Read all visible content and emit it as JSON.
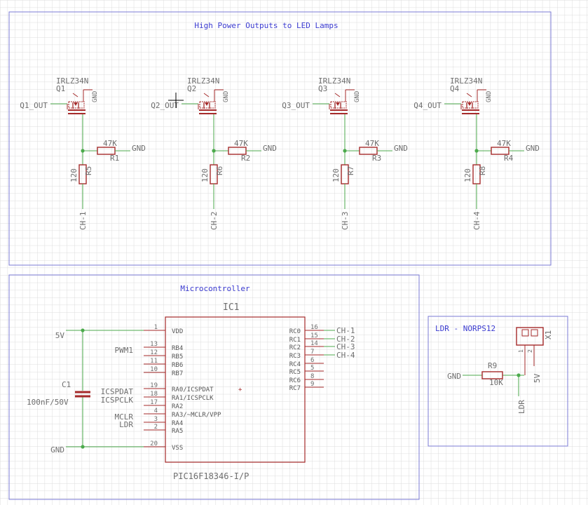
{
  "colors": {
    "background": "#ffffff",
    "grid": "#dcdcdc",
    "frame": "#7b7bd6",
    "frame_text": "#3b3bd0",
    "wire": "#4caa4c",
    "part": "#a52a2a",
    "label": "#6e6e6e"
  },
  "sections": {
    "outputs_title": "High Power Outputs to LED Lamps",
    "micro_title": "Microcontroller",
    "ldr_title": "LDR - NORPS12"
  },
  "channels": [
    {
      "mosfet_value": "IRLZ34N",
      "mosfet_name": "Q1",
      "input": "Q1_OUT",
      "pullup_value": "47K",
      "pullup_name": "R1",
      "series_value": "120",
      "series_name": "R5",
      "gnd": "GND",
      "output": "CH-1"
    },
    {
      "mosfet_value": "IRLZ34N",
      "mosfet_name": "Q2",
      "input": "Q2_OUT",
      "pullup_value": "47K",
      "pullup_name": "R2",
      "series_value": "120",
      "series_name": "R6",
      "gnd": "GND",
      "output": "CH-2"
    },
    {
      "mosfet_value": "IRLZ34N",
      "mosfet_name": "Q3",
      "input": "Q3_OUT",
      "pullup_value": "47K",
      "pullup_name": "R3",
      "series_value": "120",
      "series_name": "R7",
      "gnd": "GND",
      "output": "CH-3"
    },
    {
      "mosfet_value": "IRLZ34N",
      "mosfet_name": "Q4",
      "input": "Q4_OUT",
      "pullup_value": "47K",
      "pullup_name": "R4",
      "series_value": "120",
      "series_name": "R8",
      "gnd": "GND",
      "output": "CH-4"
    }
  ],
  "ic": {
    "name": "IC1",
    "part": "PIC16F18346-I/P",
    "left_pins": [
      {
        "num": "1",
        "name": "VDD"
      },
      {
        "num": "13",
        "name": "RB4"
      },
      {
        "num": "12",
        "name": "RB5"
      },
      {
        "num": "11",
        "name": "RB6"
      },
      {
        "num": "10",
        "name": "RB7"
      },
      {
        "num": "19",
        "name": "RA0/ICSPDAT"
      },
      {
        "num": "18",
        "name": "RA1/ICSPCLK"
      },
      {
        "num": "17",
        "name": "RA2"
      },
      {
        "num": "4",
        "name": "RA3/~MCLR/VPP"
      },
      {
        "num": "3",
        "name": "RA4"
      },
      {
        "num": "2",
        "name": "RA5"
      },
      {
        "num": "20",
        "name": "VSS"
      }
    ],
    "right_pins": [
      {
        "num": "16",
        "name": "RC0",
        "net": "CH-1"
      },
      {
        "num": "15",
        "name": "RC1",
        "net": "CH-2"
      },
      {
        "num": "14",
        "name": "RC2",
        "net": "CH-3"
      },
      {
        "num": "7",
        "name": "RC3",
        "net": "CH-4"
      },
      {
        "num": "6",
        "name": "RC4",
        "net": ""
      },
      {
        "num": "5",
        "name": "RC5",
        "net": ""
      },
      {
        "num": "8",
        "name": "RC6",
        "net": ""
      },
      {
        "num": "9",
        "name": "RC7",
        "net": ""
      }
    ]
  },
  "micro_nets": {
    "vdd": "5V",
    "gnd": "GND",
    "pwm": "PWM1",
    "icspdat": "ICSPDAT",
    "icspclk": "ICSPCLK",
    "mclr": "MCLR",
    "ldr": "LDR"
  },
  "capacitor": {
    "name": "C1",
    "value": "100nF/50V"
  },
  "ldr": {
    "resistor_name": "R9",
    "resistor_value": "10K",
    "gnd": "GND",
    "net": "LDR",
    "supply": "5V",
    "connector": "X1",
    "pin1": "1",
    "pin2": "2"
  }
}
